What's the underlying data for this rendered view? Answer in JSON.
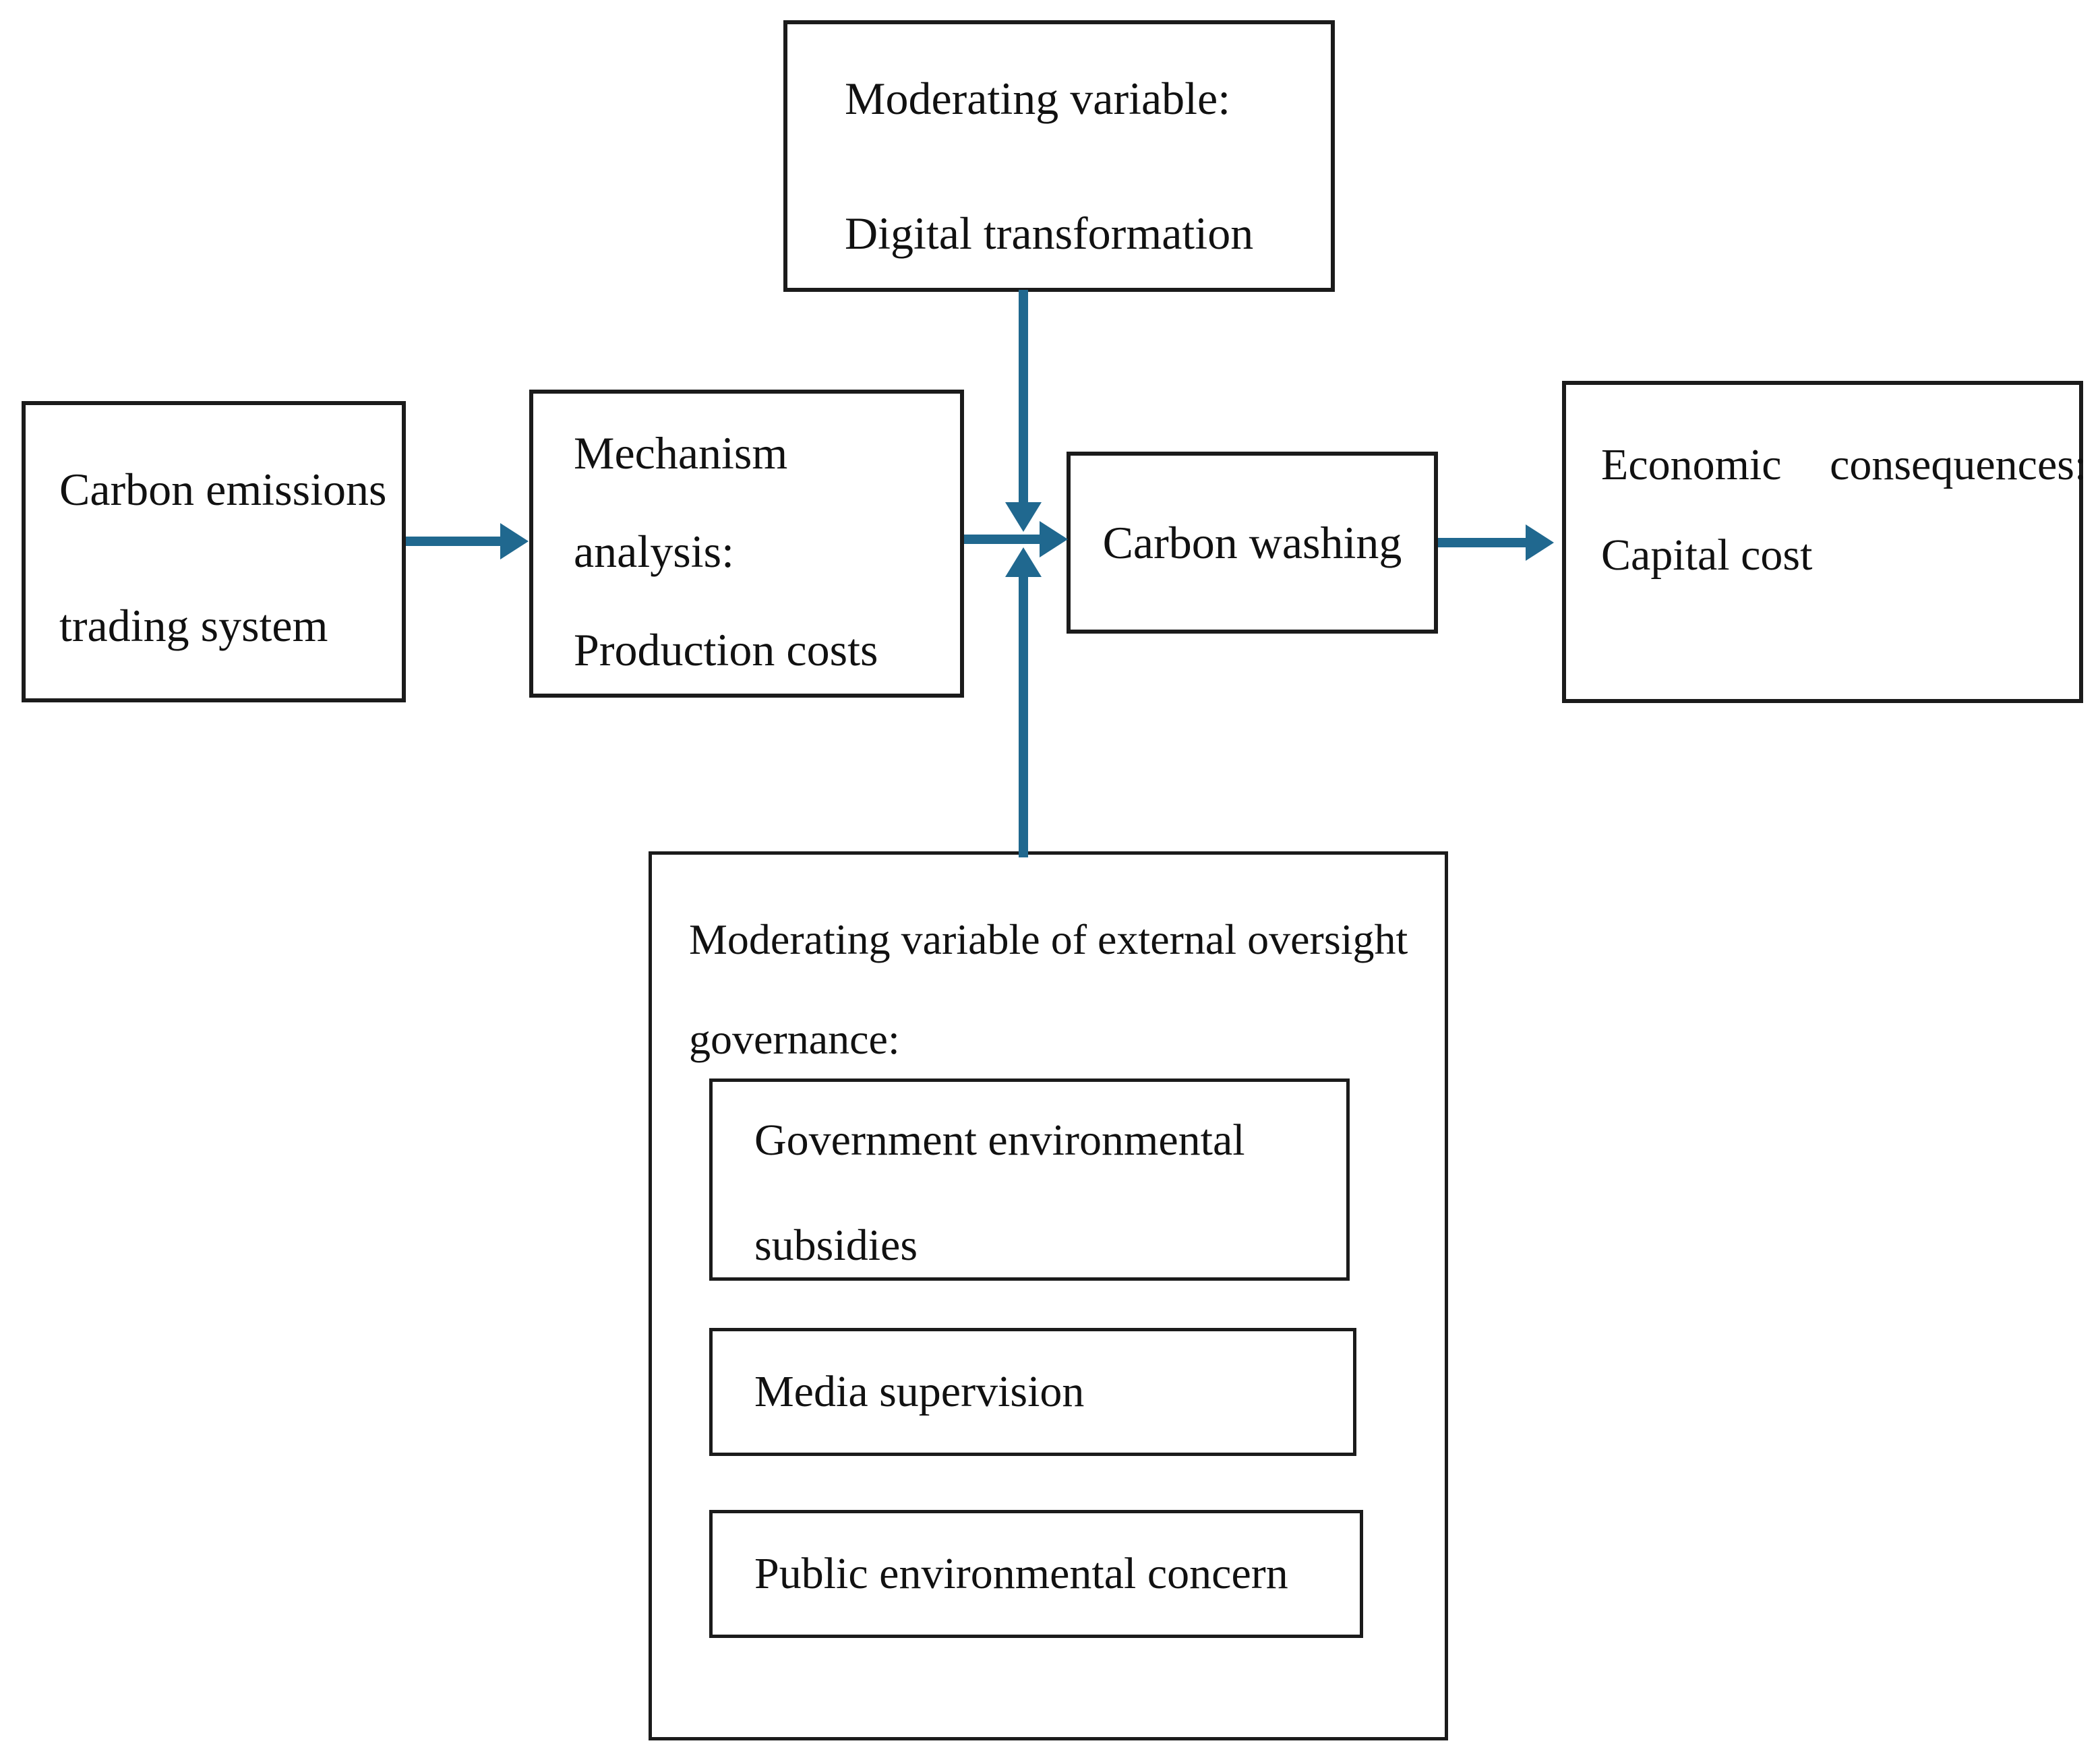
{
  "page": {
    "background": "#ffffff"
  },
  "diagram": {
    "colors": {
      "arrow": "#20688F",
      "box_border": "#1b1b1b",
      "text": "#111111"
    },
    "digital_box": {
      "line1": "Moderating variable:",
      "line2": "Digital transformation"
    },
    "emissions_box": {
      "line1": "Carbon emissions",
      "line2": "trading system"
    },
    "mechanism_box": {
      "line1": "Mechanism",
      "line2": "analysis:",
      "line3": "Production costs"
    },
    "washing_box": {
      "label": "Carbon washing"
    },
    "economic_box": {
      "line1": "Economic consequences:",
      "line2": "Capital cost"
    },
    "oversight_group": {
      "title_line1": "Moderating variable of external oversight",
      "title_line2": "governance:",
      "item1": {
        "line1": "Government environmental",
        "line2": "subsidies"
      },
      "item2": {
        "label": "Media supervision"
      },
      "item3": {
        "label": "Public environmental concern"
      }
    }
  }
}
